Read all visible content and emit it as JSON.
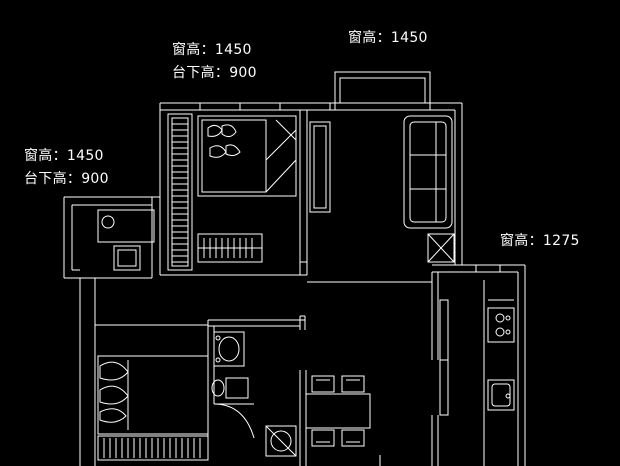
{
  "annotations": {
    "a1_line1": "窗高：1450",
    "a1_line2": "台下高：900",
    "a2_line1": "窗高：1450",
    "a3_line1": "窗高：1450",
    "a3_line2": "台下高：900",
    "a4_line1": "窗高：1275"
  },
  "colors": {
    "background": "#000000",
    "lines": "#ffffff",
    "text": "#ffffff"
  },
  "icons": [
    "bed-icon",
    "sofa-icon",
    "stove-icon",
    "sink-icon",
    "toilet-icon",
    "washbasin-icon",
    "dining-table-icon",
    "washing-machine-icon",
    "shower-icon"
  ]
}
